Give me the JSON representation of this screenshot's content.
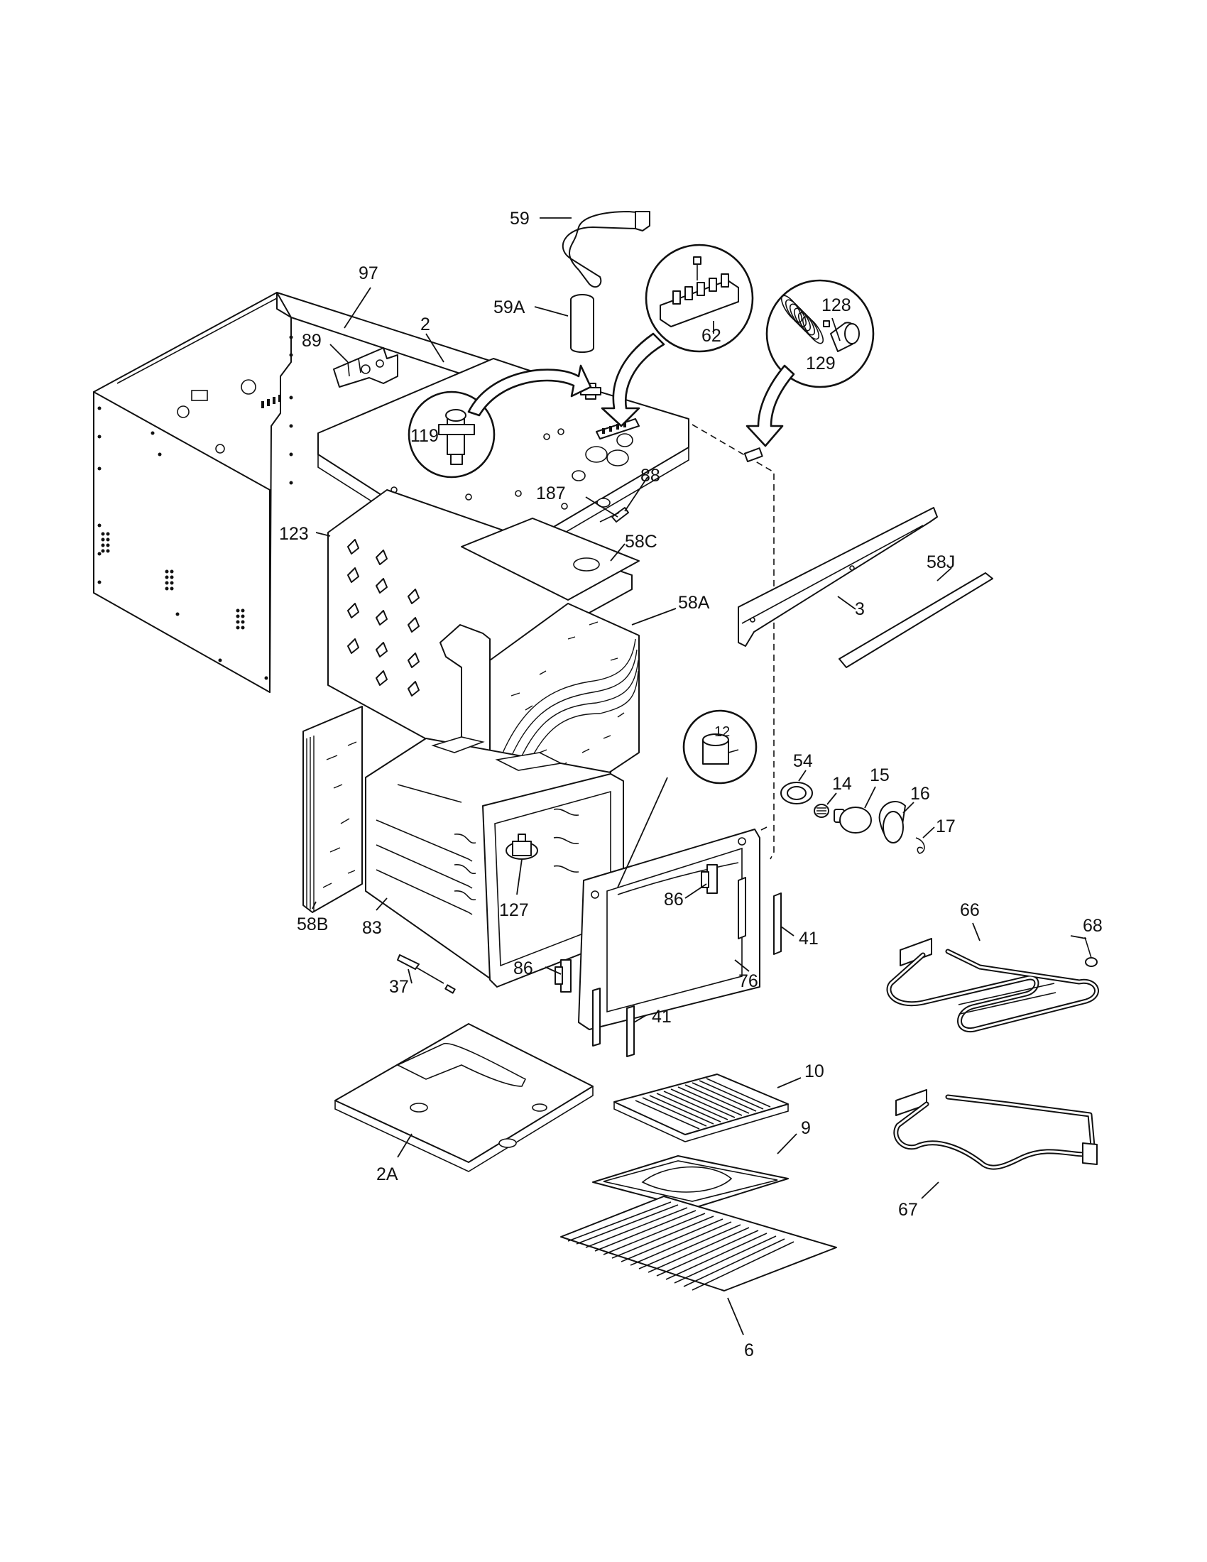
{
  "diagram": {
    "callouts": {
      "c97": "97",
      "c2": "2",
      "c89": "89",
      "c59": "59",
      "c59a": "59A",
      "c62": "62",
      "c128": "128",
      "c129": "129",
      "c119": "119",
      "c187": "187",
      "c88": "88",
      "c123": "123",
      "c58c": "58C",
      "c58a": "58A",
      "c3": "3",
      "c58j": "58J",
      "c12": "12",
      "c54": "54",
      "c14": "14",
      "c15": "15",
      "c16": "16",
      "c17": "17",
      "c127": "127",
      "c86a": "86",
      "c86b": "86",
      "c58b": "58B",
      "c83": "83",
      "c41a": "41",
      "c41b": "41",
      "c76": "76",
      "c37": "37",
      "c66": "66",
      "c68": "68",
      "c10": "10",
      "c9": "9",
      "c2a": "2A",
      "c67": "67",
      "c6": "6"
    }
  }
}
